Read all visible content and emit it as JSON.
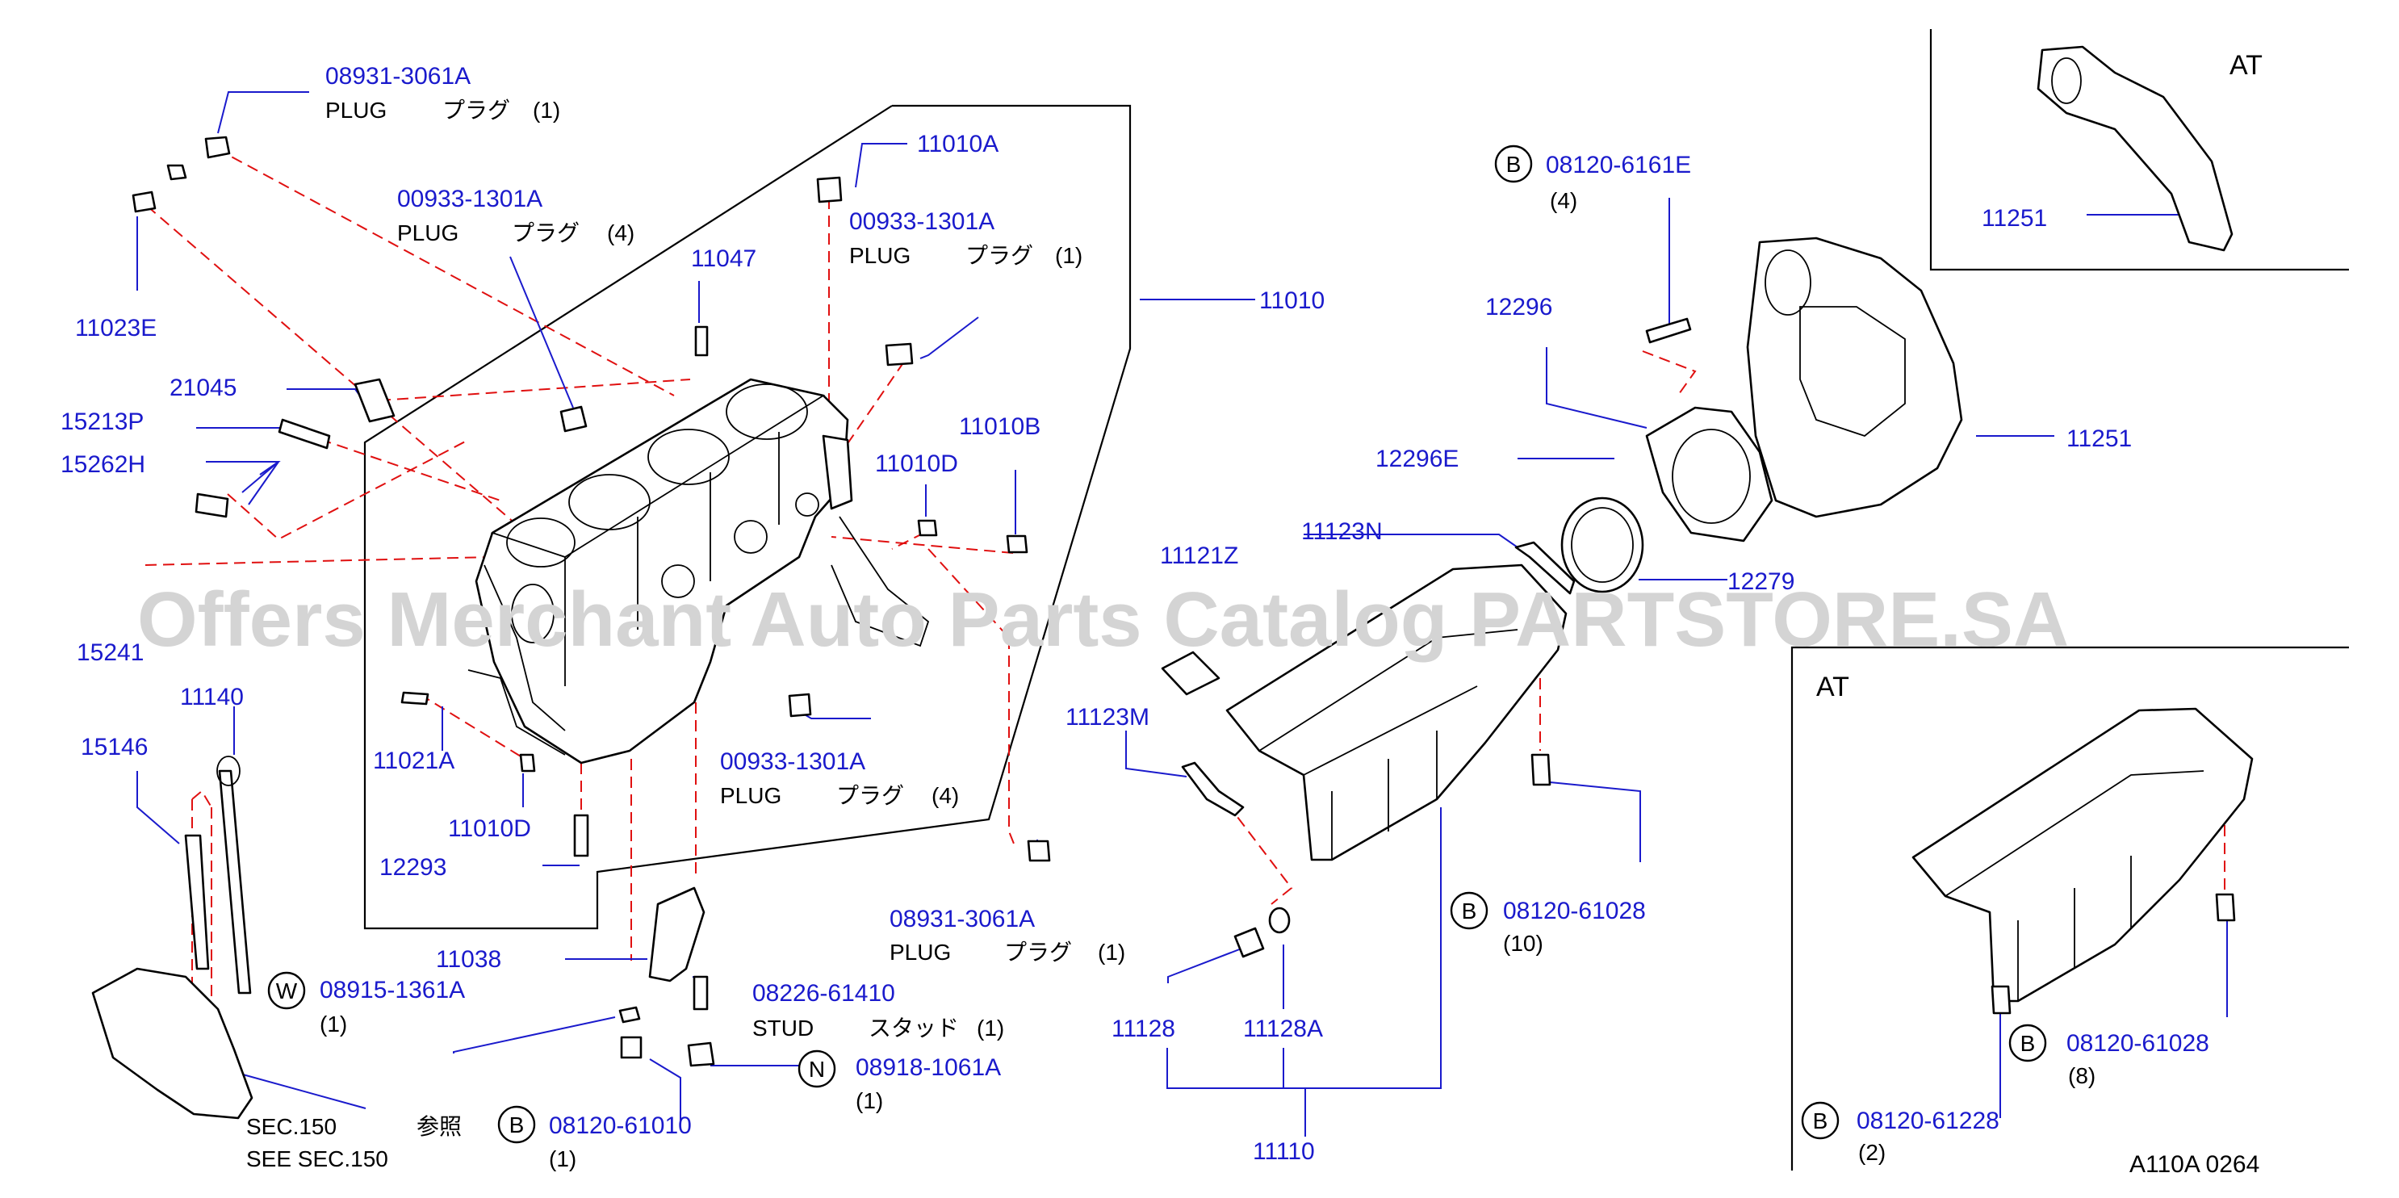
{
  "watermark": "Offers Merchant Auto Parts Catalog PARTSTORE.SA",
  "diagram_code": "A110A  0264",
  "inset_labels": {
    "top_right": "AT",
    "bottom_right": "AT"
  },
  "words": {
    "plug_en": "PLUG",
    "plug_jp": "プラグ",
    "stud_en": "STUD",
    "stud_jp": "スタッド"
  },
  "callouts": {
    "p08931_top": "08931-3061A",
    "p08931_top_qty": "(1)",
    "p11023E": "11023E",
    "p00933_a": "00933-1301A",
    "p00933_a_qty": "(4)",
    "p11010A": "11010A",
    "p00933_b": "00933-1301A",
    "p00933_b_qty": "(1)",
    "p11047": "11047",
    "p11010": "11010",
    "p21045": "21045",
    "p15213P": "15213P",
    "p15262H": "15262H",
    "p11010B": "11010B",
    "p11010D_a": "11010D",
    "p15241": "15241",
    "p11140": "11140",
    "p15146": "15146",
    "p11021A": "11021A",
    "p00933_c": "00933-1301A",
    "p00933_c_qty": "(4)",
    "p11010D_b": "11010D",
    "p12293": "12293",
    "p08931_bot": "08931-3061A",
    "p08931_bot_qty": "(1)",
    "p11038": "11038",
    "p08226": "08226-61410",
    "p08226_qty": "(1)",
    "p08915": "08915-1361A",
    "p08915_qty": "(1)",
    "p08915_mark": "W",
    "p08918": "08918-1061A",
    "p08918_qty": "(1)",
    "p08918_mark": "N",
    "sec_jp": "SEC.150",
    "sec_ref": "参照",
    "sec_see": "SEE  SEC.150",
    "p08120_61010": "08120-61010",
    "p08120_61010_qty": "(1)",
    "p08120_61010_mark": "B",
    "p08120_6161E": "08120-6161E",
    "p08120_6161E_qty": "(4)",
    "p08120_6161E_mark": "B",
    "p12296": "12296",
    "p12296E": "12296E",
    "p11251_main": "11251",
    "p11251_at": "11251",
    "p11123N": "11123N",
    "p12279": "12279",
    "p11121Z": "11121Z",
    "p11123M": "11123M",
    "p08120_61028": "08120-61028",
    "p08120_61028_qty": "(10)",
    "p08120_61028_mark": "B",
    "p11128": "11128",
    "p11128A": "11128A",
    "p11110": "11110",
    "p08120_61028_at": "08120-61028",
    "p08120_61028_at_qty": "(8)",
    "p08120_61028_at_mark": "B",
    "p08120_61228": "08120-61228",
    "p08120_61228_qty": "(2)",
    "p08120_61228_mark": "B"
  },
  "colors": {
    "part_number": "#1a1acc",
    "leader_dashed": "#e01010",
    "outline": "#000000",
    "watermark": "#d4d4d4"
  }
}
